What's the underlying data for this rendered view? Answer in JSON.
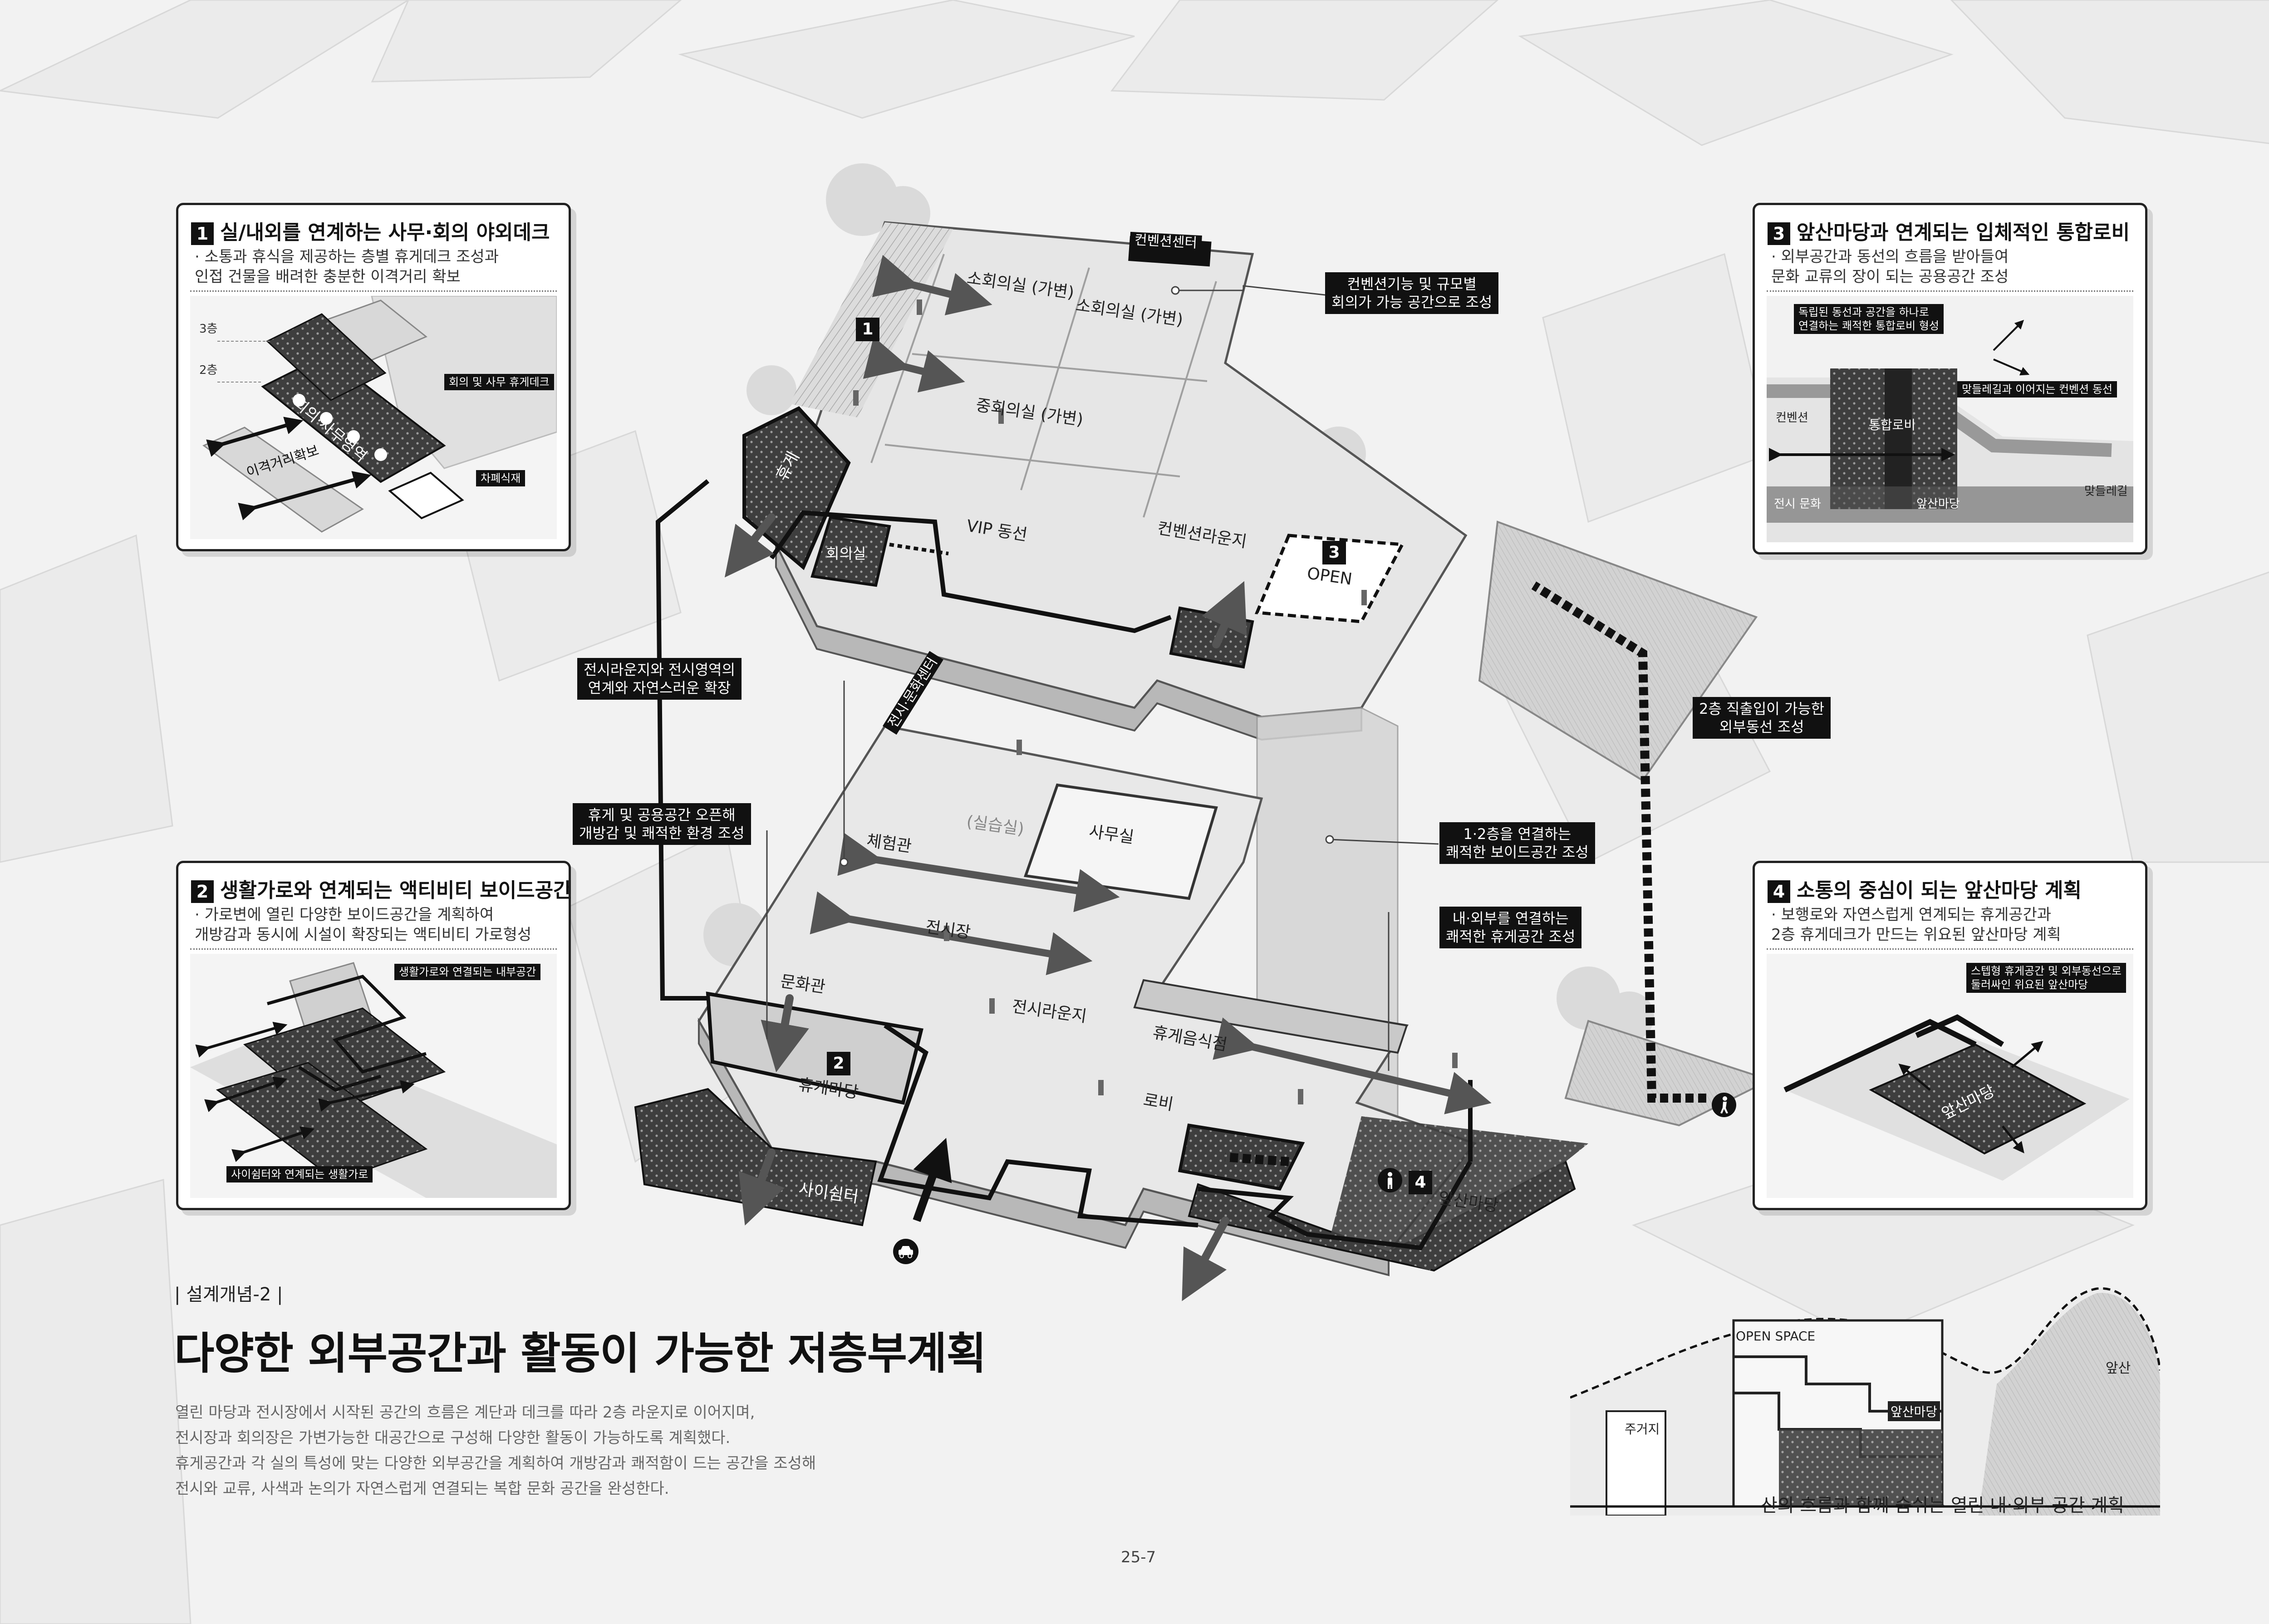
{
  "panels": {
    "p1": {
      "num": "1",
      "title": "실/내외를 연계하는 사무·회의 야외데크",
      "desc": "· 소통과 휴식을 제공하는 층별 휴게데크 조성과\n  인접 건물을 배려한 충분한 이격거리 확보",
      "fig_labels": {
        "floor3": "3층",
        "floor2": "2층",
        "meeting_zone": "회의·사무영역",
        "distance": "이격거리확보",
        "deck_tag": "회의 및 사무 휴게데크",
        "screen_tag": "차폐식재"
      }
    },
    "p2": {
      "num": "2",
      "title": "생활가로와 연계되는 액티비티 보이드공간",
      "desc": "· 가로변에 열린 다양한 보이드공간을 계획하여\n  개방감과 동시에 시설이 확장되는 액티비티 가로형성",
      "fig_labels": {
        "inner_tag": "생활가로와 연결되는 내부공간",
        "street_tag": "사이쉼터와 연계되는 생활가로"
      }
    },
    "p3": {
      "num": "3",
      "title": "앞산마당과 연계되는 입체적인 통합로비",
      "desc": "· 외부공간과 동선의 흐름을 받아들여\n  문화 교류의 장이 되는 공용공간 조성",
      "fig_labels": {
        "lobby_tag": "독립된 동선과 공간을 하나로\n연결하는 쾌적한 통합로비 형성",
        "route_tag": "맞들레길과 이어지는 컨벤션 동선",
        "convention": "컨벤션",
        "lobby": "통합로비",
        "exhibit": "전시 문화",
        "front_yard": "앞산마당",
        "path": "맞들레길"
      }
    },
    "p4": {
      "num": "4",
      "title": "소통의 중심이 되는 앞산마당 계획",
      "desc": "· 보행로와 자연스럽게 연계되는 휴게공간과\n  2층 휴게데크가 만드는 위요된 앞산마당 계획",
      "fig_labels": {
        "tag": "스텝형 휴게공간 및 외부동선으로\n둘러싸인 위요된 앞산마당",
        "yard": "앞산마당"
      }
    }
  },
  "upper_floor": {
    "building": "컨벤션센터",
    "room_small_1": "소회의실 (가변)",
    "room_small_2": "소회의실 (가변)",
    "room_medium": "중회의실 (가변)",
    "rest": "휴게",
    "meeting": "회의실",
    "vip": "VIP 동선",
    "lounge": "컨벤션라운지",
    "open": "OPEN",
    "badge_1": "1",
    "badge_3": "3"
  },
  "lower_floor": {
    "building": "전시·문화센터",
    "practice": "(실습실)",
    "experience": "체험관",
    "office": "사무실",
    "exhibit": "전시장",
    "culture": "문화관",
    "exhibit_lounge": "전시라운지",
    "rest_yard": "휴게마당",
    "restaurant": "휴게음식점",
    "lobby": "로비",
    "between_rest": "사이쉼터",
    "front_yard": "앞산마당",
    "badge_2": "2",
    "badge_4": "4"
  },
  "callouts": {
    "convention": "컨벤션기능 및 규모별\n회의가 가능 공간으로 조성",
    "exhibit_lounge": "전시라운지와 전시영역의\n연계와 자연스러운 확장",
    "rest_open": "휴게 및 공용공간 오픈해\n개방감 및 쾌적한 환경 조성",
    "direct_access": "2층 직출입이 가능한\n외부동선 조성",
    "void": "1·2층을 연결하는\n쾌적한 보이드공간 조성",
    "rest_space": "내·외부를 연결하는\n쾌적한 휴게공간 조성"
  },
  "concept_tag": "| 설계개념-2 |",
  "main_title": "다양한 외부공간과 활동이 가능한 저층부계획",
  "body_text": "열린 마당과 전시장에서 시작된 공간의 흐름은 계단과 데크를 따라 2층 라운지로 이어지며,\n전시장과 회의장은 가변가능한 대공간으로 구성해 다양한 활동이 가능하도록 계획했다.\n휴게공간과 각 실의 특성에 맞는 다양한 외부공간을 계획하여 개방감과 쾌적함이 드는 공간을 조성해\n전시와 교류, 사색과 논의가 자연스럽게 연결되는 복합 문화 공간을 완성한다.",
  "section": {
    "open_space": "OPEN SPACE",
    "residential": "주거지",
    "front_yard": "앞산마당",
    "mountain": "앞산",
    "caption": "산의 흐름과 함께 숨쉬는 열린 내·외부 공간 계획"
  },
  "page_number": "25-7",
  "colors": {
    "ink": "#111111",
    "paper": "#ffffff",
    "background": "#f2f2f2",
    "building": "#e2e2e2",
    "roof": "#d6d6d6",
    "deck": "#4a4a4a"
  },
  "icons": {
    "car": "car-icon",
    "pedestrian": "pedestrian-icon"
  }
}
